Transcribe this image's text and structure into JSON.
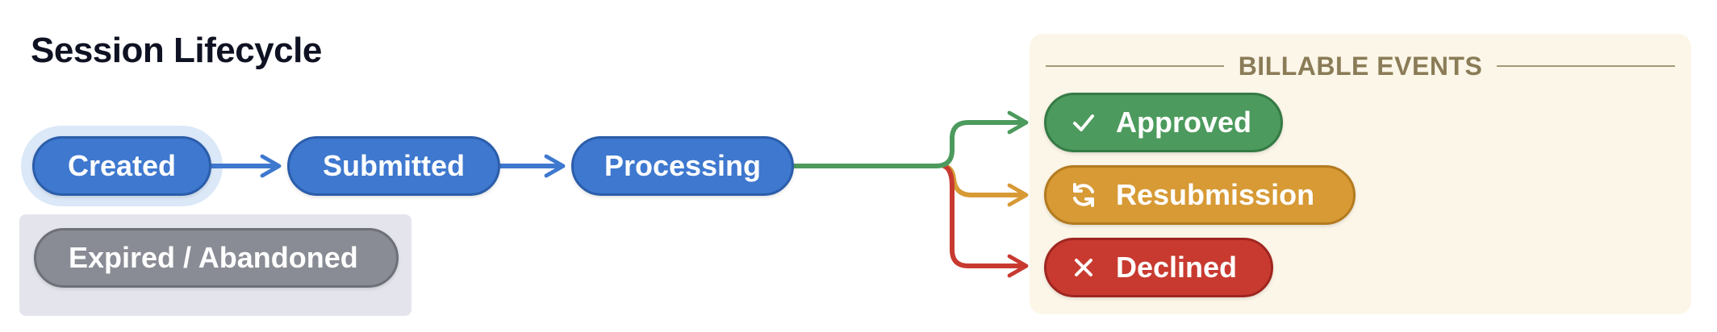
{
  "title": "Session Lifecycle",
  "billable_group": {
    "label": "BILLABLE EVENTS"
  },
  "nodes": {
    "created": "Created",
    "submitted": "Submitted",
    "processing": "Processing",
    "expired": "Expired / Abandoned",
    "approved": "Approved",
    "resubmission": "Resubmission",
    "declined": "Declined"
  },
  "icons": {
    "approved": "check-icon",
    "resubmission": "refresh-icon",
    "declined": "close-icon"
  },
  "colors": {
    "blue": "#3e78cf",
    "gray": "#8a8c95",
    "green": "#4c9a5d",
    "amber": "#d79a35",
    "red": "#c83a30",
    "billable_bg": "#fcf6e8"
  }
}
